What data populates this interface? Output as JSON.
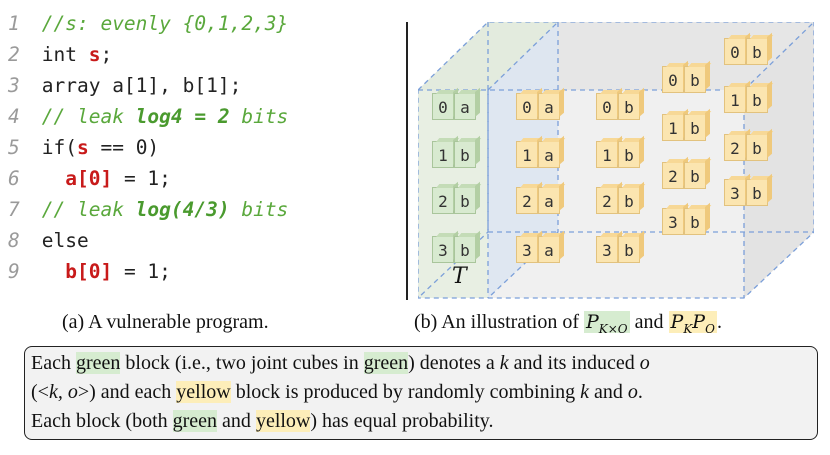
{
  "code": {
    "lines": [
      {
        "num": "1",
        "comment": "//s: evenly {0,1,2,3}"
      },
      {
        "num": "2",
        "pre": "int ",
        "var": "s",
        "post": ";"
      },
      {
        "num": "3",
        "text": "array a[1], b[1];"
      },
      {
        "num": "4",
        "comment": "// leak ",
        "bold": "log4 = 2",
        "tail": " bits"
      },
      {
        "num": "5",
        "pre": "if(",
        "var": "s",
        "post": " == 0)"
      },
      {
        "num": "6",
        "indent": "  ",
        "var": "a[0]",
        "post": " = 1;"
      },
      {
        "num": "7",
        "comment": "// leak ",
        "bold": "log(4/3)",
        "tail": " bits"
      },
      {
        "num": "8",
        "text": "else"
      },
      {
        "num": "9",
        "indent": "  ",
        "var": "b[0]",
        "post": " = 1;"
      }
    ],
    "caption": "(a) A vulnerable program."
  },
  "illustration": {
    "t_label": "T",
    "caption_prefix": "(b) An illustration of ",
    "math1_main": "P",
    "math1_sub": "K×O",
    "caption_mid": " and ",
    "math2_a": "P",
    "math2_a_sub": "K",
    "math2_b": "P",
    "math2_b_sub": "O",
    "caption_end": ".",
    "green_blocks": [
      [
        "0",
        "a"
      ],
      [
        "1",
        "b"
      ],
      [
        "2",
        "b"
      ],
      [
        "3",
        "b"
      ]
    ],
    "yellow_col1": [
      [
        "0",
        "a"
      ],
      [
        "1",
        "a"
      ],
      [
        "2",
        "a"
      ],
      [
        "3",
        "a"
      ]
    ],
    "yellow_col2": [
      [
        "0",
        "b"
      ],
      [
        "1",
        "b"
      ],
      [
        "2",
        "b"
      ],
      [
        "3",
        "b"
      ]
    ],
    "yellow_col3": [
      [
        "0",
        "b"
      ],
      [
        "1",
        "b"
      ],
      [
        "2",
        "b"
      ],
      [
        "3",
        "b"
      ]
    ],
    "yellow_col4": [
      [
        "0",
        "b"
      ],
      [
        "1",
        "b"
      ],
      [
        "2",
        "b"
      ],
      [
        "3",
        "b"
      ]
    ],
    "colors": {
      "green": "#d8ead0",
      "yellow": "#fbe5b0",
      "keyword": "#c81a1a",
      "comment": "#5aa83c"
    }
  },
  "note": {
    "l1a": "Each ",
    "l1g": "green",
    "l1b": " block (i.e., two joint cubes in ",
    "l1g2": "green",
    "l1c": ") denotes a ",
    "l1k": "k",
    "l1d": " and its induced ",
    "l1o": "o",
    "l2a": "(<",
    "l2k": "k, o",
    "l2b": ">) and each ",
    "l2y": "yellow",
    "l2c": " block is produced by randomly combining ",
    "l2k2": "k",
    "l2d": " and ",
    "l2o": "o",
    "l2e": ".",
    "l3a": "Each block (both ",
    "l3g": "green",
    "l3b": " and ",
    "l3y": "yellow",
    "l3c": ") has equal probability."
  }
}
